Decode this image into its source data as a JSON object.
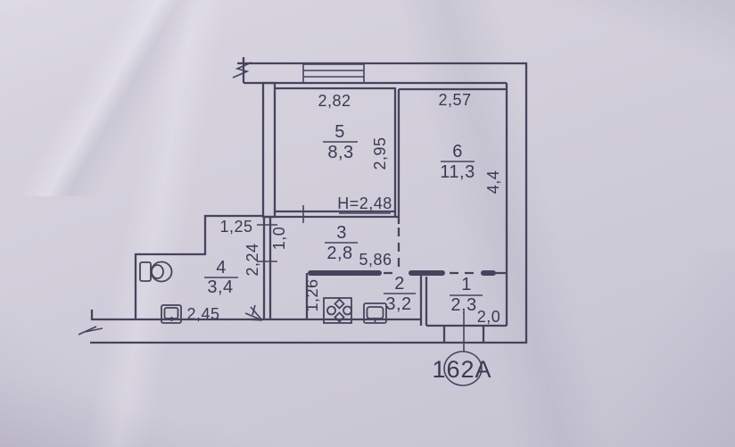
{
  "plan": {
    "unit_label": "162A",
    "ceiling_height": "H=2,48",
    "rooms": [
      {
        "number": "5",
        "area": "8,3"
      },
      {
        "number": "6",
        "area": "11,3"
      },
      {
        "number": "3",
        "area": "2,8"
      },
      {
        "number": "4",
        "area": "3,4"
      },
      {
        "number": "2",
        "area": "3,2"
      },
      {
        "number": "1",
        "area": "2,3"
      }
    ],
    "dimensions": {
      "room5_width": "2,82",
      "room5_depth": "2,95",
      "room6_width": "2,57",
      "room6_depth": "4,4",
      "hall_nook": "1,25",
      "wall_seg_upper": "1,0",
      "wall_seg_lower": "2,24",
      "corridor_length": "5,86",
      "bathroom_width": "2,45",
      "kitchen_depth": "1,26",
      "entry_width": "2,0"
    },
    "colors": {
      "paper": "#d2cfdb",
      "ink": "#46445c"
    }
  }
}
